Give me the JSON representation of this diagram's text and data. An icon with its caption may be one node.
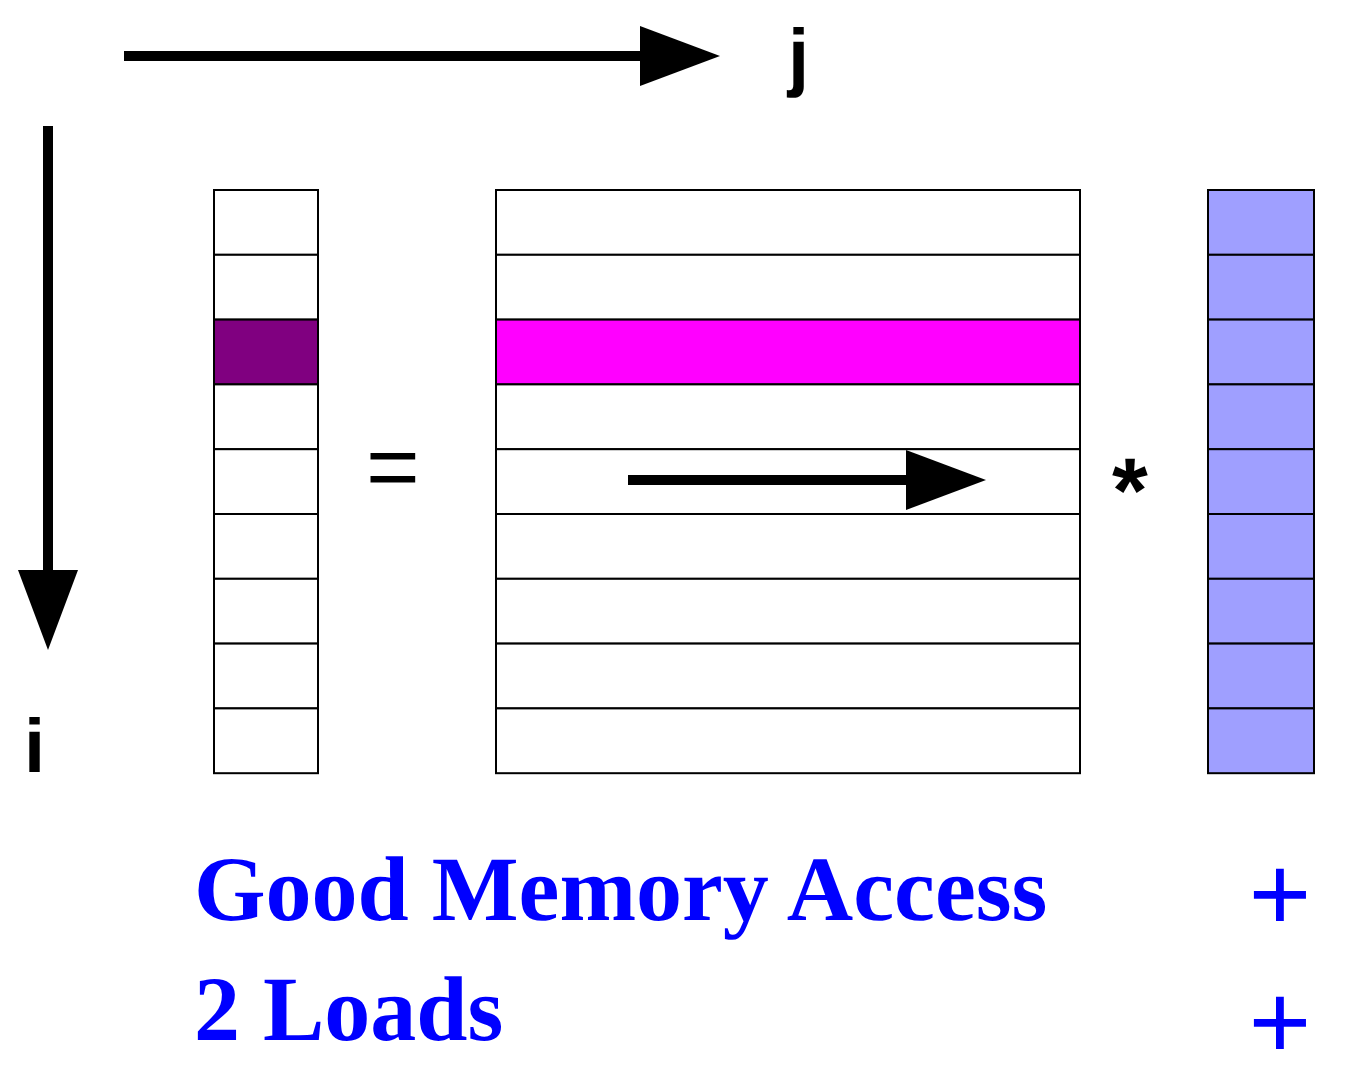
{
  "diagram": {
    "labels": [
      "j",
      "i",
      "=",
      "*",
      "Good Memory Access",
      "+",
      "2 Loads",
      "+"
    ]
  }
}
